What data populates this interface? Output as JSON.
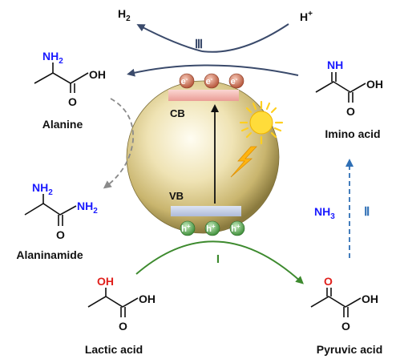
{
  "labels": {
    "h2": "H",
    "h2_sub": "2",
    "hplus": "H",
    "hplus_sup": "+",
    "step3": "Ⅲ",
    "step1": "I",
    "step2": "Ⅱ",
    "cb": "CB",
    "vb": "VB",
    "nh3": "NH",
    "nh3_sub": "3",
    "electron": "e",
    "electron_sup": "-",
    "hole": "h",
    "hole_sup": "+"
  },
  "molecules": {
    "alanine": {
      "name": "Alanine",
      "amine": "NH",
      "amine_sub": "2",
      "oh": "OH",
      "o": "O"
    },
    "alaninamide": {
      "name": "Alaninamide",
      "amine": "NH",
      "amine_sub": "2",
      "amide": "NH",
      "amide_sub": "2",
      "o": "O"
    },
    "lactic": {
      "name": "Lactic acid",
      "hydroxyl": "OH",
      "oh": "OH",
      "o": "O"
    },
    "pyruvic": {
      "name": "Pyruvic acid",
      "keto": "O",
      "oh": "OH",
      "o": "O"
    },
    "imino": {
      "name": "Imino acid",
      "imine": "NH",
      "oh": "OH",
      "o": "O"
    }
  },
  "colors": {
    "heteroatom_blue": "#1a1aff",
    "heteroatom_red": "#e0201c",
    "step1_green": "#3d8a2e",
    "step2_blue": "#2f6fb5",
    "step3_navy": "#3a4a6b",
    "cb_band": "#f2b3ae",
    "vb_band": "#c9d3ea",
    "sun": "#ffcf1f"
  },
  "icons": [
    "sun-icon",
    "lightning-icon"
  ]
}
